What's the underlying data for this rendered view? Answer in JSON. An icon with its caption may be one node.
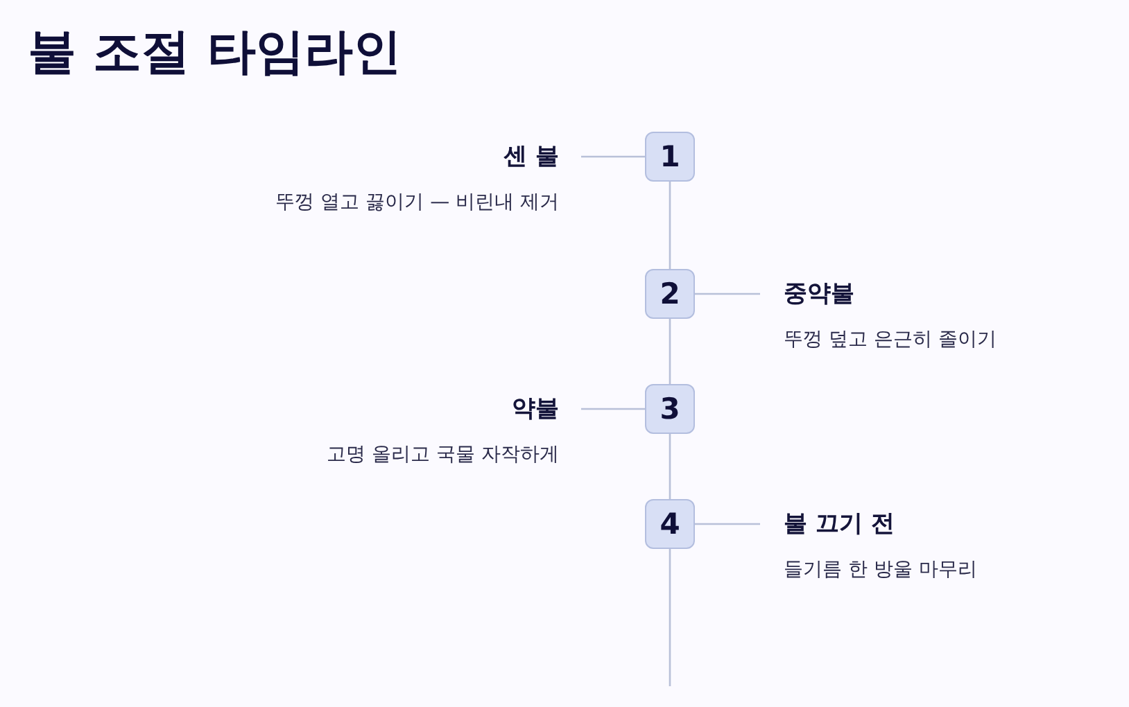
{
  "diagram": {
    "title": "불 조절 타임라인",
    "nodes": [
      {
        "text": [
          "1"
        ]
      },
      {
        "text": [
          "센 불"
        ],
        "beside": [
          "뚜껑 열고 끓이기 — 비린내 제거"
        ]
      },
      {
        "text": [
          "2"
        ]
      },
      {
        "text": [
          "중약불"
        ],
        "beside": [
          "뚜껑 덮고 은근히 졸이기"
        ]
      },
      {
        "text": [
          "3"
        ]
      },
      {
        "text": [
          "약불"
        ],
        "beside": [
          "고명 올리고 국물 자작하게"
        ]
      },
      {
        "text": [
          "4"
        ]
      },
      {
        "text": [
          "불 끄기 전"
        ],
        "beside": [
          "들기름 한 방울 마무리"
        ]
      }
    ],
    "edges": [
      {
        "from": 0,
        "to": 1,
        "arrow": "none"
      },
      {
        "from": 0,
        "to": 2,
        "arrow": "none"
      },
      {
        "from": 2,
        "to": 3,
        "arrow": "none"
      },
      {
        "from": 2,
        "to": 4,
        "arrow": "none"
      },
      {
        "from": 4,
        "to": 5,
        "arrow": "none"
      },
      {
        "from": 4,
        "to": 6,
        "arrow": "none"
      },
      {
        "from": 6,
        "to": 7,
        "arrow": "none"
      }
    ]
  }
}
